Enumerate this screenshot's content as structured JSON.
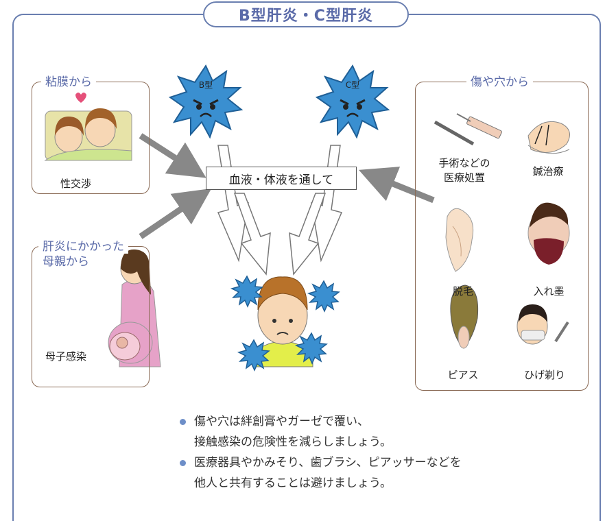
{
  "title": "B型肝炎・C型肝炎",
  "center_label": "血液・体液を通して",
  "virus_labels": {
    "b": "B型",
    "c": "C型"
  },
  "groups": {
    "mucosa": {
      "title": "粘膜から",
      "caption": "性交渉"
    },
    "mother": {
      "title_line1": "肝炎にかかった",
      "title_line2": "母親から",
      "caption": "母子感染"
    },
    "wounds": {
      "title": "傷や穴から",
      "items": [
        {
          "line1": "手術などの",
          "line2": "医療処置"
        },
        {
          "line1": "鍼治療"
        },
        {
          "line1": "脱毛"
        },
        {
          "line1": "入れ墨"
        },
        {
          "line1": "ピアス"
        },
        {
          "line1": "ひげ剃り"
        }
      ]
    }
  },
  "bullets": [
    {
      "line1": "傷や穴は絆創膏やガーゼで覆い、",
      "line2": "接触感染の危険性を減らしましょう。"
    },
    {
      "line1": "医療器具やかみそり、歯ブラシ、ピアッサーなどを",
      "line2": "他人と共有することは避けましょう。"
    }
  ],
  "colors": {
    "frame": "#6a7fb0",
    "accent": "#5a6aa8",
    "virus": "#3a8fd0",
    "box_border": "#8a6a55",
    "arrow": "#888888",
    "bullet": "#6d8ec8"
  }
}
